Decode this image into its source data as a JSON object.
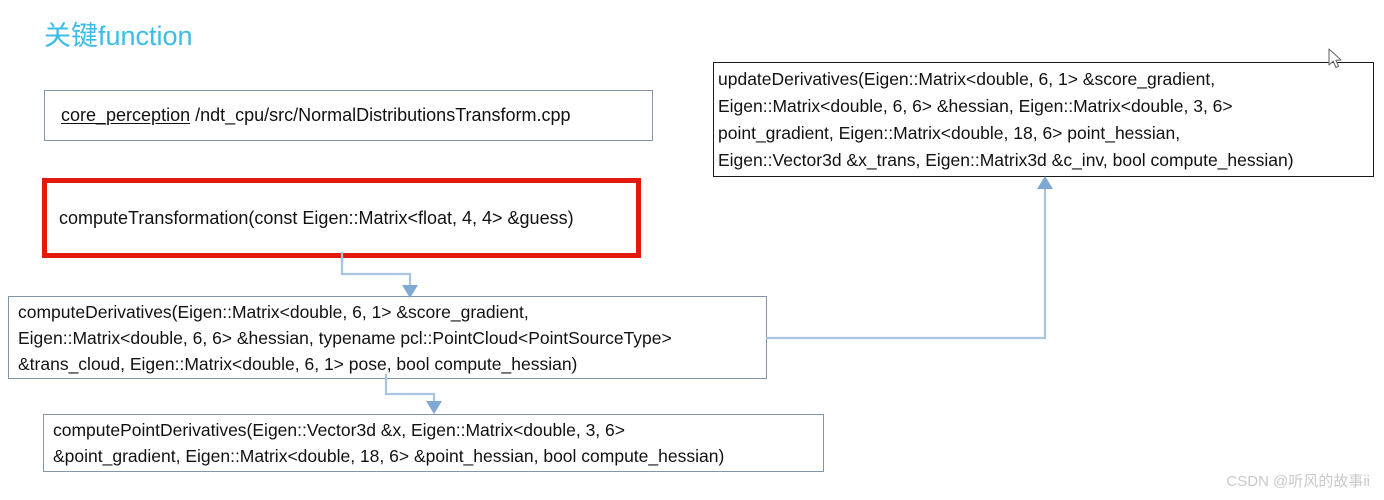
{
  "page": {
    "title": "关键function",
    "title_color": "#3bbde8",
    "background": "#ffffff"
  },
  "path_box": {
    "link_text": "core_perception",
    "rest_text": " /ndt_cpu/src/NormalDistributionsTransform.cpp",
    "border_color": "#8496ac"
  },
  "boxes": {
    "compute_transformation": {
      "text": "computeTransformation(const Eigen::Matrix<float, 4, 4> &guess)",
      "border_color": "#e4190e"
    },
    "update_derivatives": {
      "text": "updateDerivatives(Eigen::Matrix<double, 6, 1> &score_gradient,\nEigen::Matrix<double, 6, 6> &hessian, Eigen::Matrix<double, 3, 6>\npoint_gradient, Eigen::Matrix<double, 18, 6> point_hessian,\nEigen::Vector3d &x_trans, Eigen::Matrix3d &c_inv, bool compute_hessian)",
      "border_color": "#1a1a1a"
    },
    "compute_derivatives": {
      "text": "computeDerivatives(Eigen::Matrix<double, 6, 1> &score_gradient,\nEigen::Matrix<double, 6, 6> &hessian, typename pcl::PointCloud<PointSourceType>\n&trans_cloud, Eigen::Matrix<double, 6, 1> pose, bool compute_hessian)",
      "border_color": "#8496ac"
    },
    "compute_point_derivatives": {
      "text": "computePointDerivatives(Eigen::Vector3d &x, Eigen::Matrix<double, 3, 6>\n&point_gradient, Eigen::Matrix<double, 18, 6> &point_hessian, bool compute_hessian)",
      "border_color": "#8496ac"
    }
  },
  "connectors": {
    "arrow_color": "#a8c4de"
  },
  "watermark": {
    "text": "CSDN @听风的故事ii"
  }
}
